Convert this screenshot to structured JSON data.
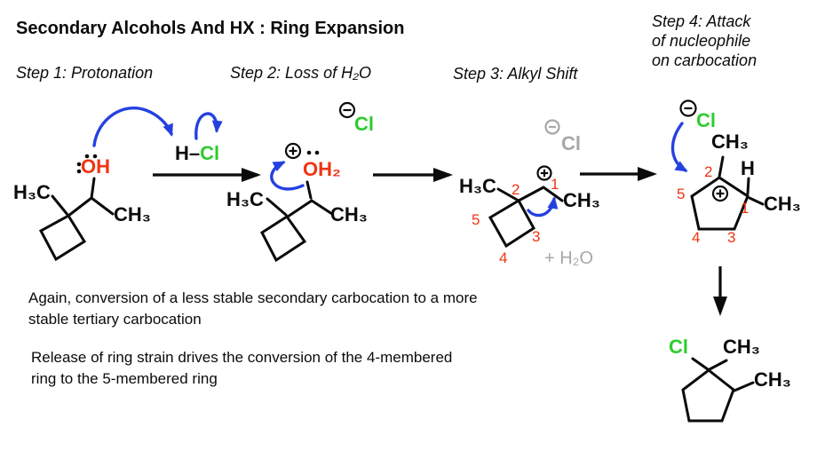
{
  "title": "Secondary Alcohols And HX : Ring Expansion",
  "steps": {
    "step1": "Step 1: Protonation",
    "step2": "Step 2: Loss of H₂O",
    "step3": "Step 3: Alkyl Shift",
    "step4": [
      "Step 4: Attack",
      "of nucleophile",
      "on carbocation"
    ]
  },
  "reagent": {
    "h": "H",
    "bond": "–",
    "cl": "Cl"
  },
  "ring_numbers": [
    "1",
    "2",
    "3",
    "4",
    "5"
  ],
  "molecules": {
    "alcohol": {
      "h3c": "H₃C",
      "oh": "OH",
      "ch3": "CH₃"
    },
    "protonated_alcohol": {
      "counterion": "Cl",
      "oh2": "OH₂",
      "h3c": "H₃C",
      "ch3": "CH₃"
    },
    "secondary_carbocation": {
      "counterion": "Cl",
      "h3c": "H₃C",
      "ch3": "CH₃",
      "byproduct": "+ H₂O"
    },
    "tertiary_carbocation": {
      "nucleophile": "Cl",
      "ch3_top": "CH₃",
      "h": "H",
      "ch3_right": "CH₃"
    },
    "product": {
      "cl": "Cl",
      "ch3_top": "CH₃",
      "ch3_right": "CH₃"
    }
  },
  "notes": {
    "para1": [
      "Again, conversion of a less stable secondary carbocation to a more",
      "stable tertiary carbocation"
    ],
    "para2": [
      "Release of ring strain drives the conversion of the 4-membered",
      "ring to the 5-membered ring"
    ]
  },
  "colors": {
    "ink": "#0b0b0b",
    "red": "#ee3512",
    "green": "#2ecc2e",
    "blue": "#2441e0",
    "gray": "#a7a7a7"
  }
}
